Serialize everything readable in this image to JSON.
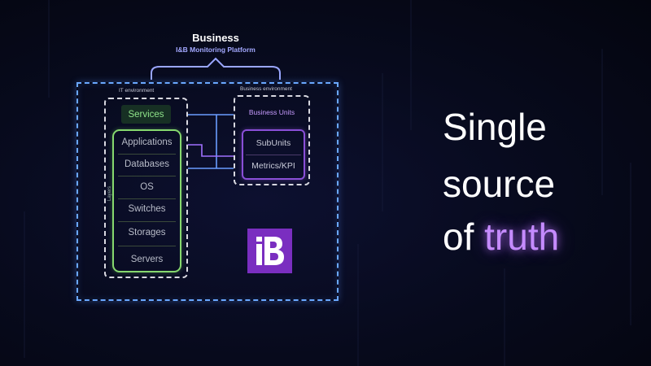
{
  "header": {
    "title": "Business",
    "subtitle": "I&B Monitoring Platform"
  },
  "diagram": {
    "it_environment_label": "IT environment",
    "business_environment_label": "Business environment",
    "services_label": "Services",
    "layers_label": "Layers",
    "layers": [
      "Applications",
      "Databases",
      "OS",
      "Switches",
      "Storages",
      "Servers"
    ],
    "business_units_label": "Business Units",
    "business_units": [
      "SubUnits",
      "Metrics/KPI"
    ]
  },
  "headline": {
    "line1": "Single",
    "line2": "source",
    "line3_prefix": "of",
    "line3_highlight": "truth"
  },
  "colors": {
    "background": "#070a1c",
    "platform_border": "#6aa8ff",
    "layers_border": "#86d86e",
    "business_units_border": "#8a4fd8",
    "logo_background": "#7a2ec0",
    "highlight_text": "#c58bff"
  },
  "logo": {
    "icon": "ib-logo-icon"
  }
}
